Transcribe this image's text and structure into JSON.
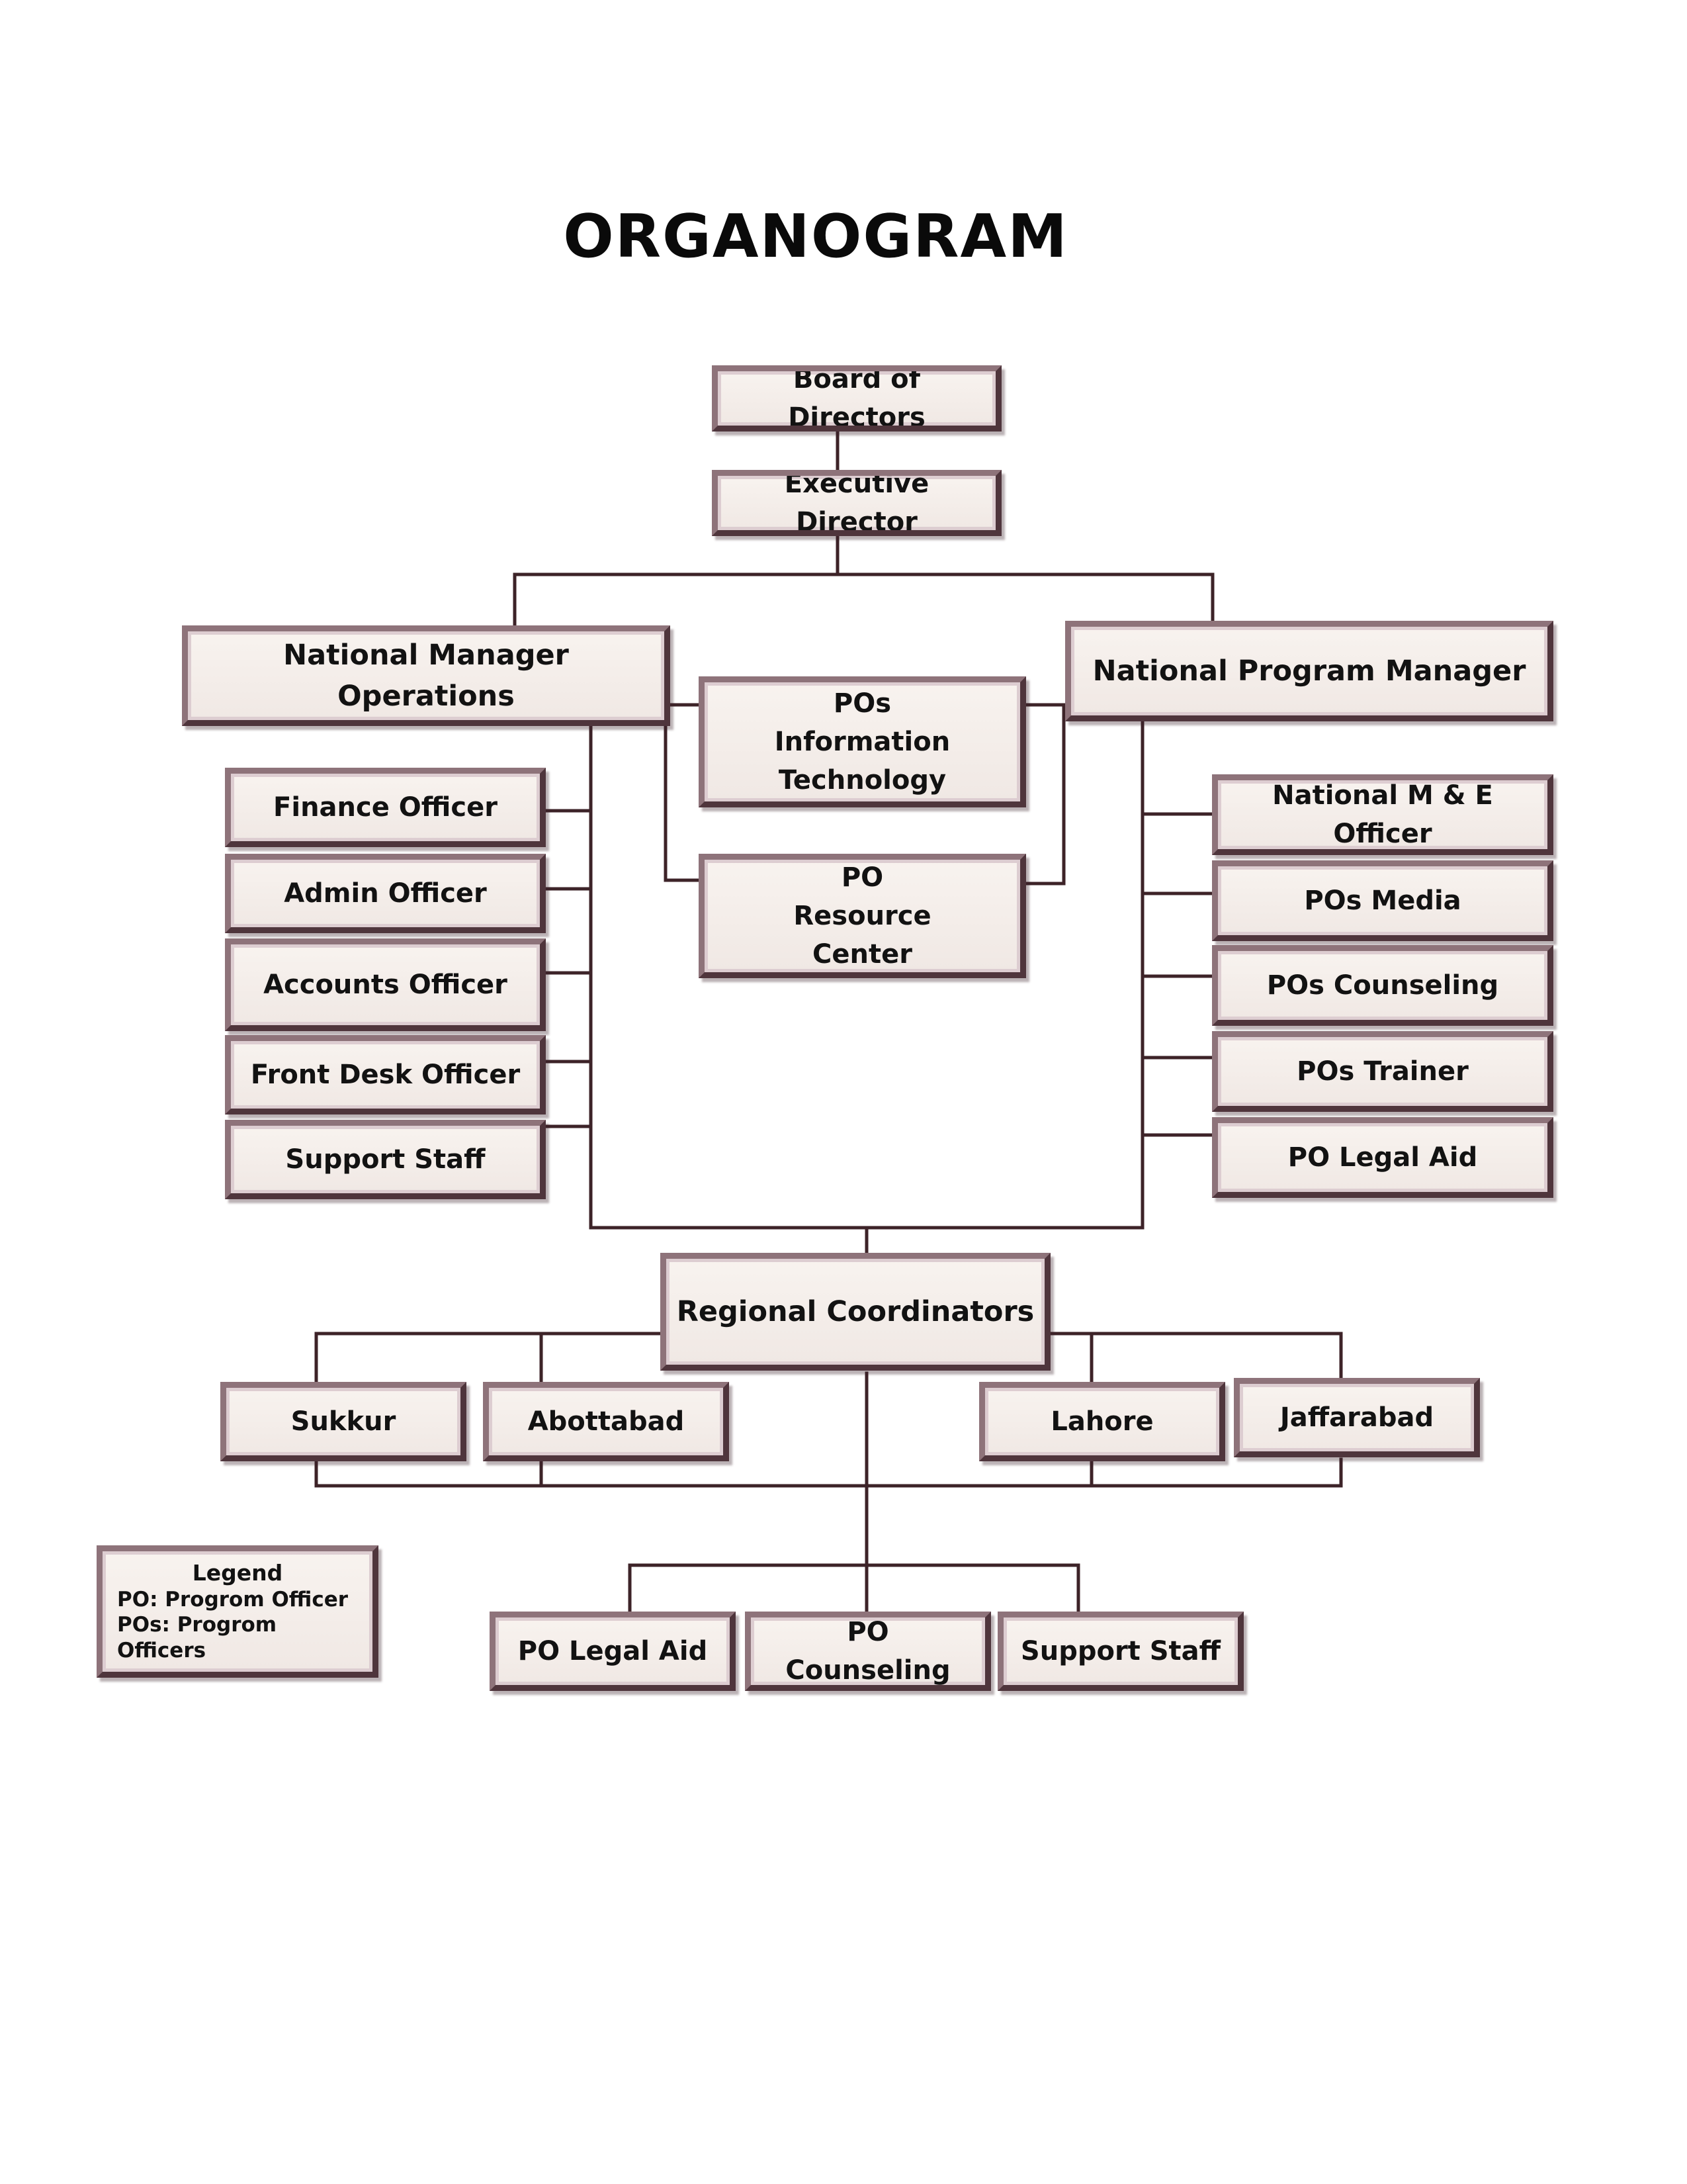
{
  "title": "ORGANOGRAM",
  "nodes": {
    "board_of_directors": "Board of Directors",
    "executive_director": "Executive Director",
    "national_manager_operations": "National Manager Operations",
    "national_program_manager": "National Program Manager",
    "pos_information_technology": "POs Information Technology",
    "po_resource_center": "PO Resource Center",
    "finance_officer": "Finance Officer",
    "admin_officer": "Admin Officer",
    "accounts_officer": "Accounts Officer",
    "front_desk_officer": "Front Desk Officer",
    "support_staff_ops": "Support Staff",
    "national_me_officer": "National M & E Officer",
    "pos_media": "POs Media",
    "pos_counseling": "POs Counseling",
    "pos_trainer": "POs Trainer",
    "po_legal_aid_program": "PO Legal Aid",
    "regional_coordinators": "Regional Coordinators",
    "sukkur": "Sukkur",
    "abottabad": "Abottabad",
    "lahore": "Lahore",
    "jaffarabad": "Jaffarabad",
    "po_legal_aid_regional": "PO Legal Aid",
    "po_counseling_regional": "PO Counseling",
    "support_staff_regional": "Support Staff"
  },
  "legend": {
    "title": "Legend",
    "line1": "PO: Progrom Officer",
    "line2": "POs: Progrom Officers"
  },
  "colors": {
    "box_border": "#6f5159",
    "box_fill": "#f5eeea",
    "connector": "#3d2328",
    "text": "#121212"
  }
}
